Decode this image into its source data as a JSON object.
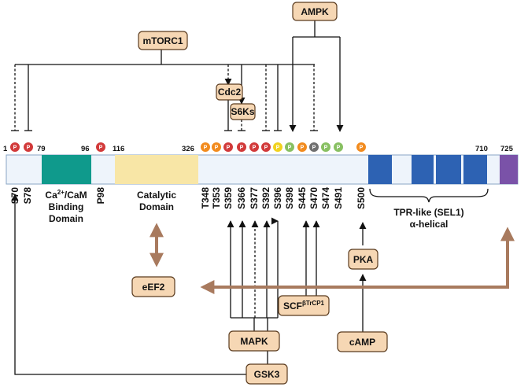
{
  "kinases": {
    "ampk": "AMPK",
    "mtorc1": "mTORC1",
    "cdc2": "Cdc2",
    "s6ks": "S6Ks",
    "scf_base": "SCF",
    "scf_sup": "βTrCP1",
    "mapk": "MAPK",
    "gsk3": "GSK3",
    "pka": "PKA",
    "camp": "cAMP",
    "eef2": "eEF2"
  },
  "positions": {
    "p1": "1",
    "p79": "79",
    "p96": "96",
    "p116": "116",
    "p326": "326",
    "p710": "710",
    "p725": "725"
  },
  "phospho_symbol": "P",
  "sites": {
    "s70": "S70",
    "s78": "S78",
    "p98": "P98",
    "t348": "T348",
    "t353": "T353",
    "s359": "S359",
    "s366": "S366",
    "s377": "S377",
    "s392": "S392",
    "s396": "S396",
    "s398": "S398",
    "s445": "S445",
    "s470": "S470",
    "s474": "S474",
    "s491": "S491",
    "s500": "S500"
  },
  "domains": {
    "cam_line1_base": "Ca",
    "cam_line1_sup": "2+",
    "cam_line1_rest": "/CaM",
    "cam_line2": "Binding",
    "cam_line3": "Domain",
    "catalytic_line1": "Catalytic",
    "catalytic_line2": "Domain",
    "tpr_line1": "TPR-like (SEL1)",
    "tpr_line2": "α-helical"
  },
  "colors": {
    "node_fill": "#f6d7b4",
    "brown_arrow": "#a87a5e",
    "cam_domain": "#0f9a8c",
    "catalytic_domain": "#f8e6a6",
    "tpr_blue": "#2d62b3",
    "c_terminal": "#7a52a8",
    "backbone": "#eef4fb",
    "p_red": "#d23a3a",
    "p_orange": "#f28b1e",
    "p_yellow": "#f1d21e",
    "p_green": "#88c062",
    "p_gray": "#707070"
  }
}
